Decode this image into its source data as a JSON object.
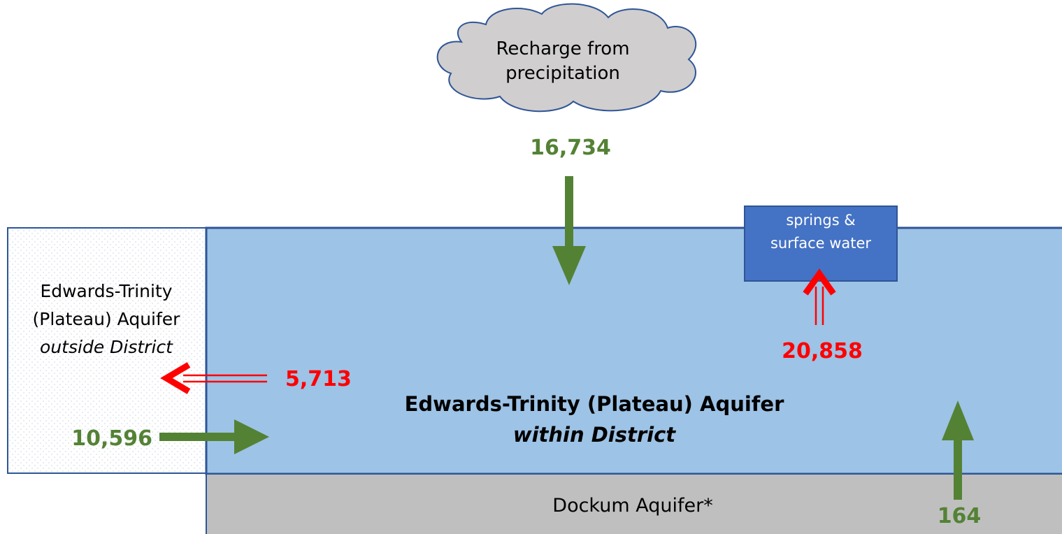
{
  "colors": {
    "aquifer_fill": "#9dc3e6",
    "aquifer_border": "#2f5597",
    "outside_fill": "#ffffff",
    "dockum_fill": "#bfbfbf",
    "springs_fill": "#4472c4",
    "cloud_fill": "#d0cece",
    "inflow": "#548235",
    "outflow": "#ff0000"
  },
  "cloud": {
    "line1": "Recharge from",
    "line2": "precipitation"
  },
  "outside": {
    "line1": "Edwards-Trinity",
    "line2": "(Plateau) Aquifer",
    "line3": "outside District"
  },
  "main": {
    "line1": "Edwards-Trinity (Plateau) Aquifer",
    "line2": "within District"
  },
  "springs": {
    "line1": "springs &",
    "line2": "surface water"
  },
  "dockum": {
    "label": "Dockum Aquifer*"
  },
  "flows": {
    "recharge": "16,734",
    "springs": "20,858",
    "to_outside": "5,713",
    "from_outside": "10,596",
    "from_dockum": "164"
  }
}
